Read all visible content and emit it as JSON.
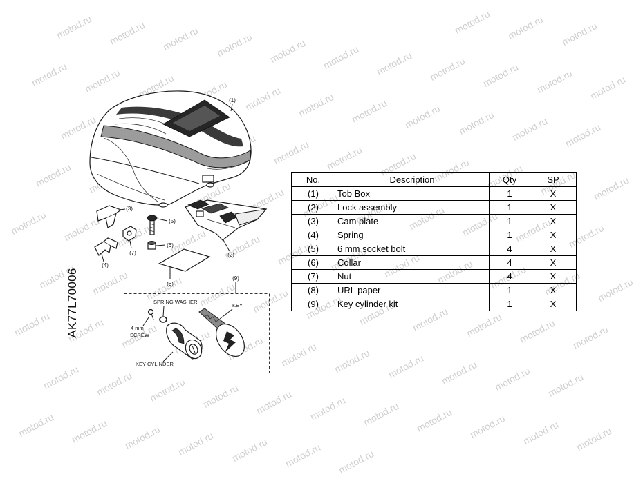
{
  "watermark": "motod.ru",
  "drawing_code": "AK77L70006",
  "diagram": {
    "callouts": {
      "p1": "(1)",
      "p2": "(2)",
      "p3": "(3)",
      "p4": "(4)",
      "p5": "(5)",
      "p6": "(6)",
      "p7": "(7)",
      "p8": "(8)",
      "p9": "(9)"
    },
    "kit_labels": {
      "spring_washer": "SPRING WASHER",
      "key": "KEY",
      "screw_size": "4 mm",
      "screw": "SCREW",
      "key_cylinder": "KEY CYLINDER"
    }
  },
  "table": {
    "headers": {
      "no": "No.",
      "description": "Description",
      "qty": "Qty",
      "sp": "SP"
    },
    "rows": [
      {
        "no": "(1)",
        "description": "Tob Box",
        "qty": "1",
        "sp": "X"
      },
      {
        "no": "(2)",
        "description": "Lock assembly",
        "qty": "1",
        "sp": "X"
      },
      {
        "no": "(3)",
        "description": "Cam plate",
        "qty": "1",
        "sp": "X"
      },
      {
        "no": "(4)",
        "description": "Spring",
        "qty": "1",
        "sp": "X"
      },
      {
        "no": "(5)",
        "description": "6 mm socket bolt",
        "qty": "4",
        "sp": "X"
      },
      {
        "no": "(6)",
        "description": "Collar",
        "qty": "4",
        "sp": "X"
      },
      {
        "no": "(7)",
        "description": "Nut",
        "qty": "4",
        "sp": "X"
      },
      {
        "no": "(8)",
        "description": "URL paper",
        "qty": "1",
        "sp": "X"
      },
      {
        "no": "(9)",
        "description": "Key cylinder kit",
        "qty": "1",
        "sp": "X"
      }
    ]
  }
}
